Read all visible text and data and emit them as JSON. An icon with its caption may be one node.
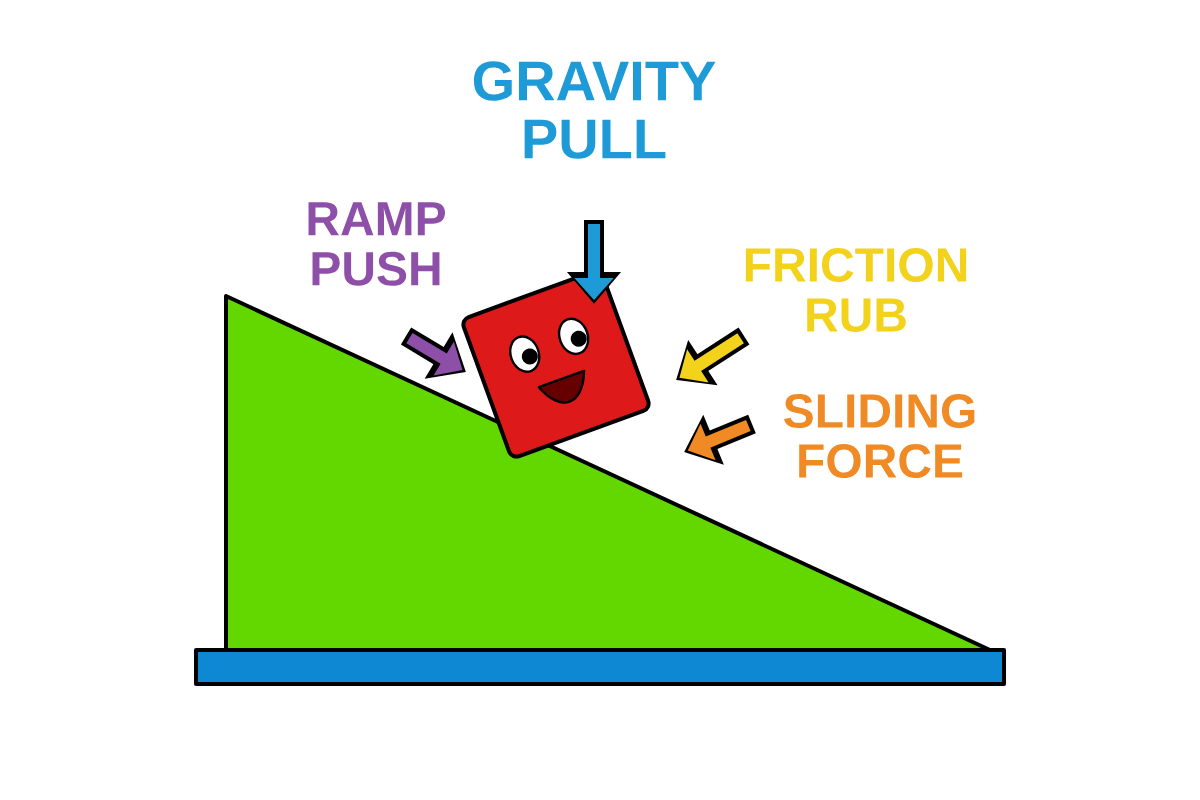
{
  "diagram": {
    "labels": [
      "GRAVITY PULL",
      "RAMP PUSH",
      "FRICTION RUB",
      "SLIDING FORCE"
    ]
  }
}
